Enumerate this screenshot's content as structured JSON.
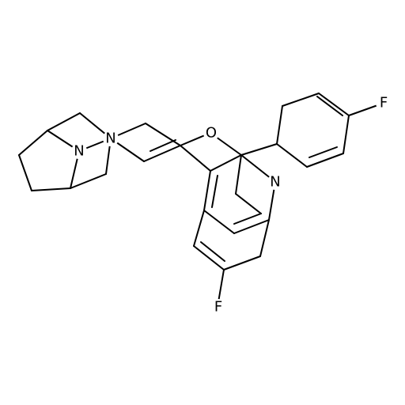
{
  "atoms": {
    "f_top": "F",
    "f_bottom": "F",
    "o_ether": "O",
    "n_pyridine": "N",
    "n_piperazine": "N",
    "n_bridge": "N"
  }
}
